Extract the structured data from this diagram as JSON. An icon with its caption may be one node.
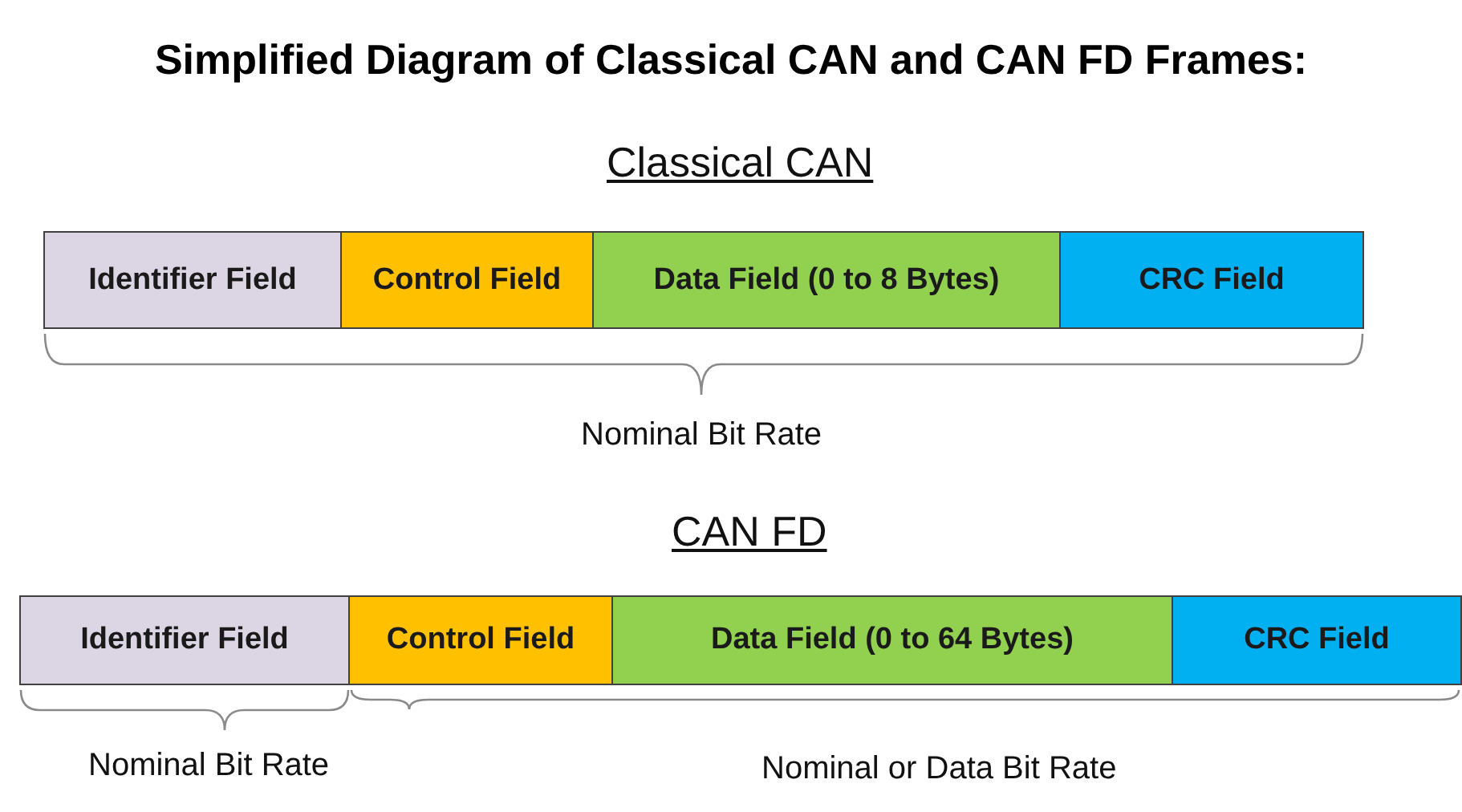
{
  "diagram": {
    "title": "Simplified Diagram of Classical CAN and CAN FD Frames:",
    "nodes": [
      {
        "text": [
          "Identifier Field"
        ]
      },
      {
        "text": [
          "Control Field"
        ]
      },
      {
        "text": [
          "Data Field (0 to 8 Bytes)"
        ]
      },
      {
        "text": [
          "CRC Field"
        ]
      },
      {
        "text": [
          "Identifier Field"
        ]
      },
      {
        "text": [
          "Control Field"
        ]
      },
      {
        "text": [
          "Data Field (0 to 64 Bytes)"
        ]
      },
      {
        "text": [
          "CRC Field"
        ]
      }
    ],
    "labels": [
      "Classical CAN",
      "Nominal Bit Rate",
      "CAN FD",
      "Nominal Bit Rate",
      "Nominal or Data Bit Rate"
    ]
  }
}
